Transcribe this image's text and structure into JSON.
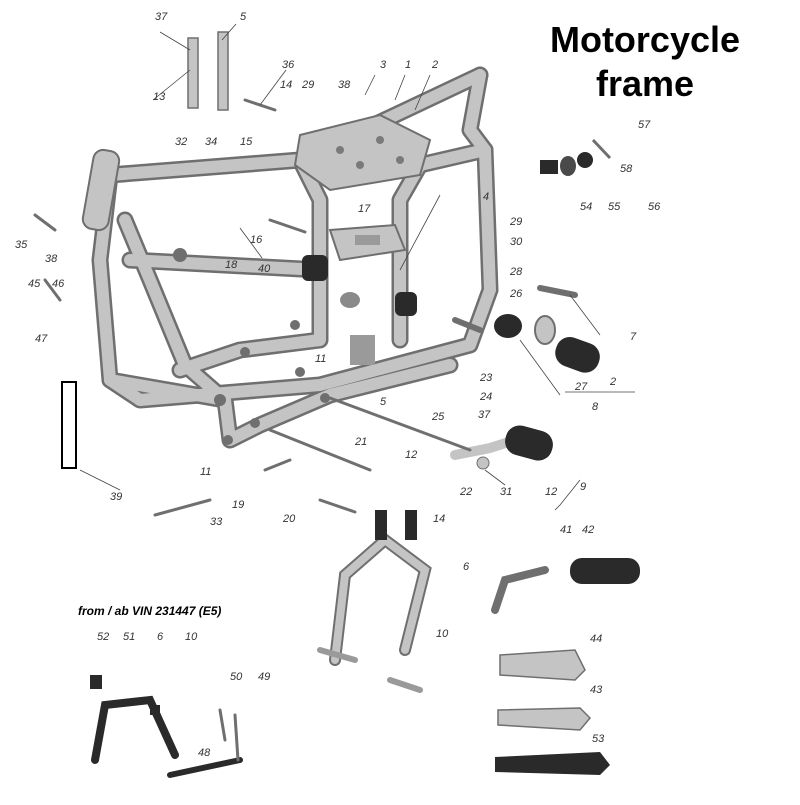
{
  "title": {
    "line1": "Motorcycle",
    "line2": "frame"
  },
  "variant_note": "from / ab VIN 231447 (E5)",
  "colors": {
    "frame_fill": "#c4c4c4",
    "frame_stroke": "#6f6f6f",
    "dark_part": "#2a2a2a",
    "leader": "#444444",
    "background": "#ffffff"
  },
  "part_labels": [
    "37",
    "5",
    "36",
    "3",
    "1",
    "2",
    "13",
    "14",
    "29",
    "38",
    "57",
    "58",
    "56",
    "55",
    "54",
    "32",
    "34",
    "15",
    "16",
    "35",
    "17",
    "4",
    "29",
    "30",
    "38",
    "18",
    "40",
    "28",
    "26",
    "7",
    "45",
    "46",
    "47",
    "11",
    "23",
    "2",
    "27",
    "8",
    "5",
    "24",
    "25",
    "37",
    "11",
    "21",
    "12",
    "31",
    "12",
    "9",
    "39",
    "22",
    "33",
    "19",
    "20",
    "14",
    "6",
    "41",
    "42",
    "10",
    "44",
    "43",
    "53",
    "52",
    "51",
    "6",
    "10",
    "50",
    "49",
    "48"
  ]
}
